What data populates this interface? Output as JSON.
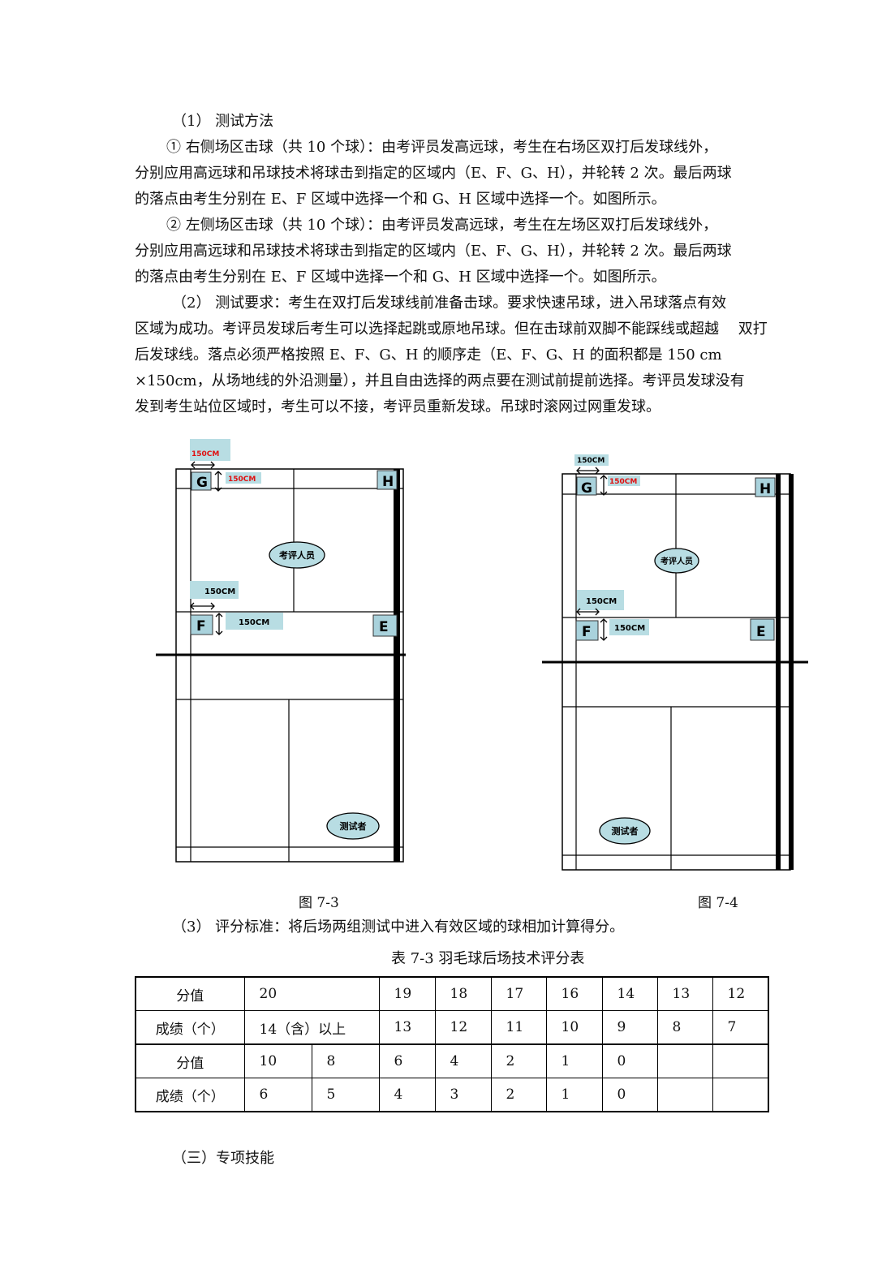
{
  "section_1": {
    "heading": "（1） 测试方法",
    "item1_l1": "① 右侧场区击球（共 10 个球）：由考评员发高远球，考生在右场区双打后发球线外，",
    "item1_l2": "分别应用高远球和吊球技术将球击到指定的区域内（E、F、G、H），并轮转 2 次。最后两球",
    "item1_l3": "的落点由考生分别在 E、F 区域中选择一个和 G、H 区域中选择一个。如图所示。",
    "item2_l1": "② 左侧场区击球（共 10 个球）：由考评员发高远球，考生在左场区双打后发球线外，",
    "item2_l2": "分别应用高远球和吊球技术将球击到指定的区域内（E、F、G、H），并轮转 2 次。最后两球",
    "item2_l3": "的落点由考生分别在 E、F 区域中选择一个和 G、H 区域中选择一个。如图所示。"
  },
  "section_2": {
    "l1": "（2） 测试要求：考生在双打后发球线前准备击球。要求快速吊球，进入吊球落点有效",
    "l2": "区域为成功。考评员发球后考生可以选择起跳或原地吊球。但在击球前双脚不能踩线或超越　 双打",
    "l3": "后发球线。落点必须严格按照 E、F、G、H 的顺序走（E、F、G、H 的面积都是 150 cm",
    "l4": "×150cm，从场地线的外沿测量），并且自由选择的两点要在测试前提前选择。考评员发球没有",
    "l5": "发到考生站位区域时，考生可以不接，考评员重新发球。吊球时滚网过网重发球。"
  },
  "figure_left": {
    "zones": {
      "g": "G",
      "h": "H",
      "f": "F",
      "e": "E"
    },
    "dim_top_horizontal": "150CM",
    "dim_top_vertical": "150CM",
    "dim_mid_horizontal": "150CM",
    "dim_mid_vertical": "150CM",
    "examiner": "考评人员",
    "tester": "测试者",
    "caption": "图 7-3"
  },
  "figure_right": {
    "zones": {
      "g": "G",
      "h": "H",
      "f": "F",
      "e": "E"
    },
    "dim_top_horizontal": "150CM",
    "dim_top_vertical": "150CM",
    "dim_mid_horizontal": "150CM",
    "dim_mid_vertical": "150CM",
    "examiner": "考评人员",
    "tester": "测试者",
    "caption": "图 7-4"
  },
  "section_3": {
    "text": "（3） 评分标准：将后场两组测试中进入有效区域的球相加计算得分。",
    "table_title": "表 7-3 羽毛球后场技术评分表",
    "table": {
      "row1_label": "分值",
      "row1_values": [
        "20",
        "19",
        "18",
        "17",
        "16",
        "14",
        "13",
        "12"
      ],
      "row2_label": "成绩（个）",
      "row2_values": [
        "14（含）以上",
        "13",
        "12",
        "11",
        "10",
        "9",
        "8",
        "7"
      ],
      "row3_label": "分值",
      "row3_values": [
        "10",
        "8",
        "6",
        "4",
        "2",
        "1",
        "0",
        "",
        ""
      ],
      "row4_label": "成绩（个）",
      "row4_values": [
        "6",
        "5",
        "4",
        "3",
        "2",
        "1",
        "0",
        "",
        ""
      ]
    }
  },
  "section_heading_3": "（三）专项技能",
  "colors": {
    "zone_fill": "#a9d2dc",
    "label_fill": "#b8dde3",
    "dim_text_red": "#e01010",
    "examiner_fill": "#b8dde3"
  }
}
